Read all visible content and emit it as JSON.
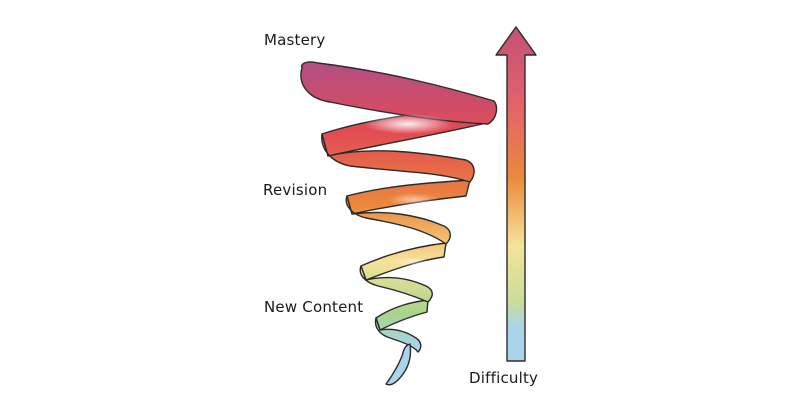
{
  "labels": {
    "mastery": "Mastery",
    "revision": "Revision",
    "new_content": "New Content",
    "difficulty": "Difficulty"
  },
  "colors": {
    "blue": "#a9d4ea",
    "green": "#a9d48a",
    "yellow": "#f6e39a",
    "orange": "#eb8a3c",
    "red": "#e24b55",
    "magenta": "#b14f86",
    "outline": "#2b2b2b"
  }
}
